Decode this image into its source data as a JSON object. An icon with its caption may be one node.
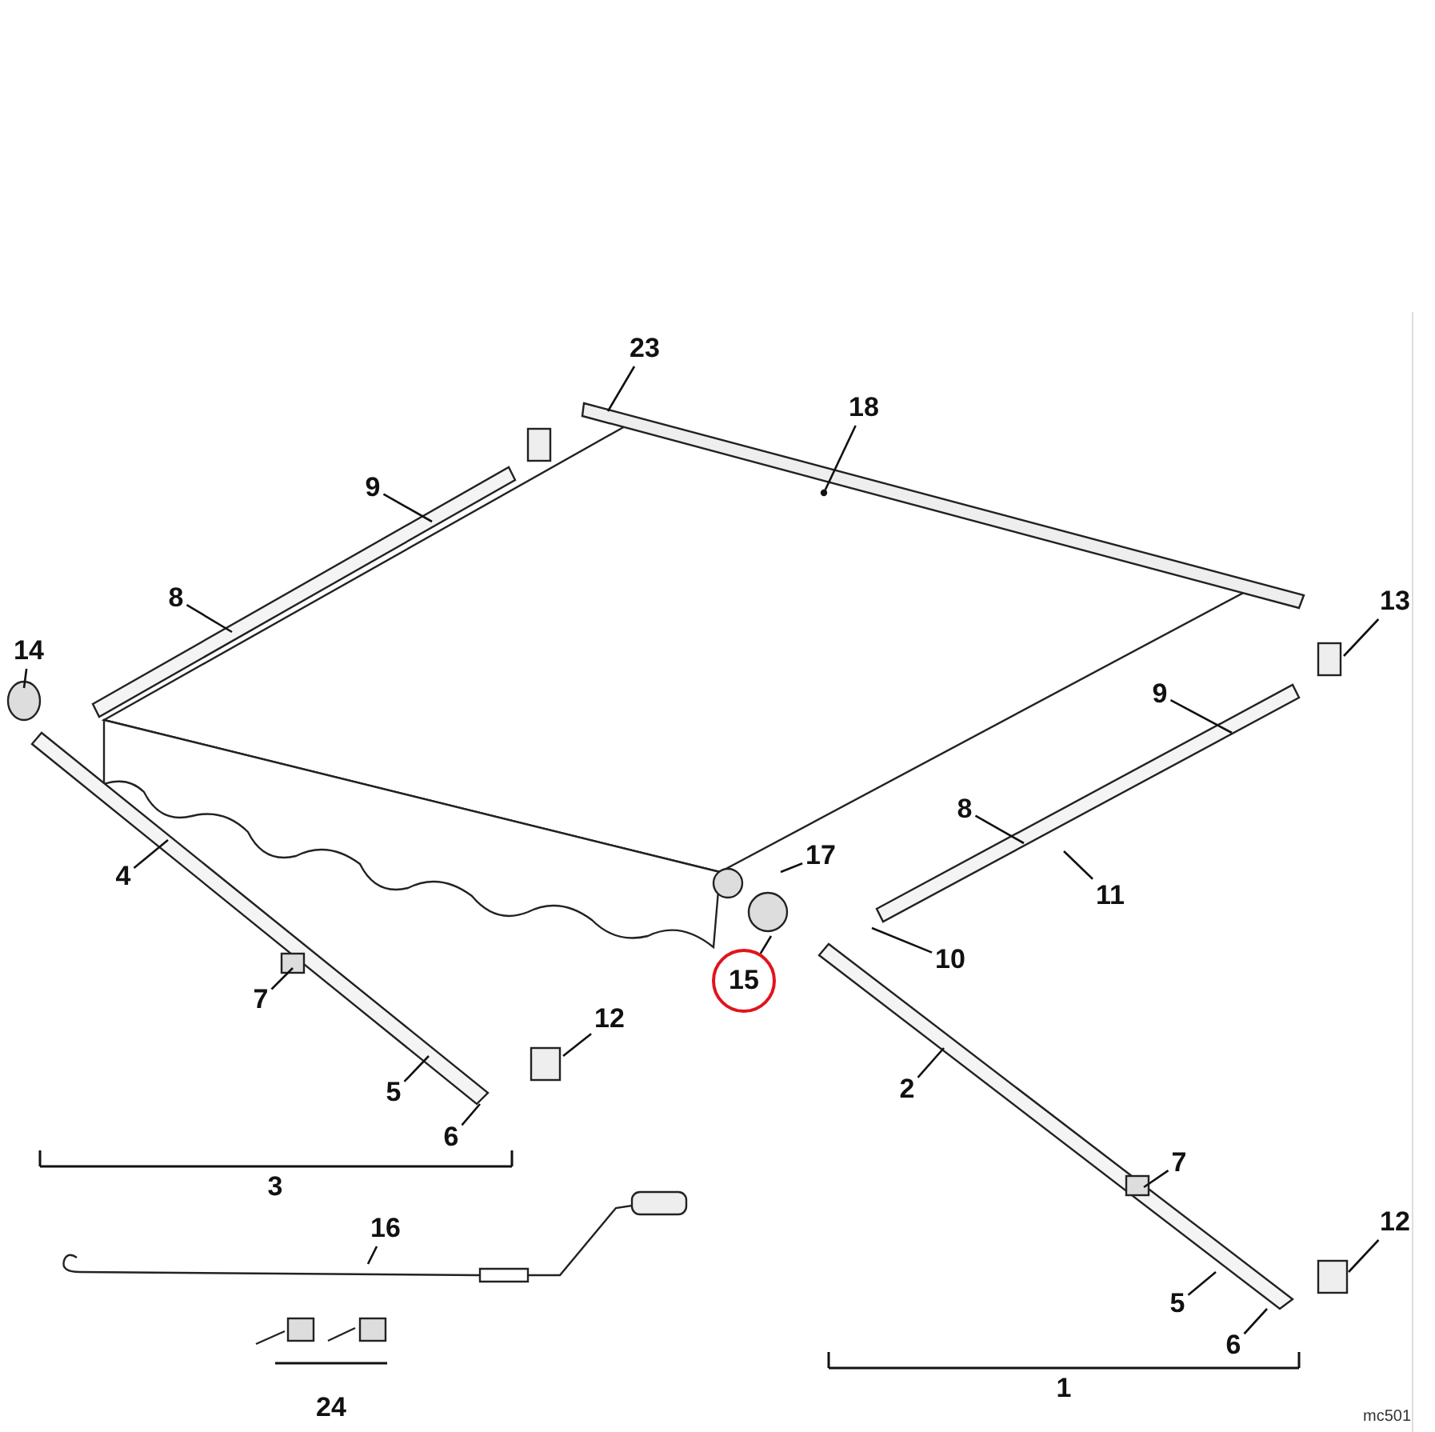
{
  "diagram": {
    "nodes": [
      {
        "text": [
          "23"
        ]
      },
      {
        "text": [
          "18"
        ]
      },
      {
        "text": [
          "9"
        ]
      },
      {
        "text": [
          "8"
        ]
      },
      {
        "text": [
          "14"
        ]
      },
      {
        "text": [
          "13"
        ]
      },
      {
        "text": [
          "9"
        ]
      },
      {
        "text": [
          "8"
        ]
      },
      {
        "text": [
          "11"
        ]
      },
      {
        "text": [
          "17"
        ]
      },
      {
        "text": [
          "10"
        ]
      },
      {
        "text": [
          "4"
        ]
      },
      {
        "text": [
          "7"
        ]
      },
      {
        "text": [
          "15"
        ]
      },
      {
        "text": [
          "12"
        ]
      },
      {
        "text": [
          "5"
        ]
      },
      {
        "text": [
          "6"
        ]
      },
      {
        "text": [
          "2"
        ]
      },
      {
        "text": [
          "7"
        ]
      },
      {
        "text": [
          "16"
        ]
      },
      {
        "text": [
          "12"
        ]
      },
      {
        "text": [
          "5"
        ]
      },
      {
        "text": [
          "6"
        ]
      }
    ],
    "edges": [
      {
        "from": 0,
        "to": null,
        "arrow": "none"
      },
      {
        "from": 1,
        "to": null,
        "arrow": "other"
      },
      {
        "from": 2,
        "to": null,
        "arrow": "none"
      },
      {
        "from": 3,
        "to": null,
        "arrow": "none"
      },
      {
        "from": 4,
        "to": null,
        "arrow": "none"
      },
      {
        "from": 5,
        "to": null,
        "arrow": "none"
      },
      {
        "from": 6,
        "to": null,
        "arrow": "none"
      },
      {
        "from": 7,
        "to": null,
        "arrow": "none"
      },
      {
        "from": 8,
        "to": null,
        "arrow": "none"
      },
      {
        "from": 9,
        "to": null,
        "arrow": "none"
      },
      {
        "from": 10,
        "to": null,
        "arrow": "none"
      },
      {
        "from": 11,
        "to": null,
        "arrow": "none"
      },
      {
        "from": 12,
        "to": null,
        "arrow": "none"
      },
      {
        "from": 13,
        "to": null,
        "arrow": "none"
      },
      {
        "from": 14,
        "to": null,
        "arrow": "none"
      },
      {
        "from": 15,
        "to": null,
        "arrow": "none"
      },
      {
        "from": 16,
        "to": null,
        "arrow": "none"
      },
      {
        "from": 17,
        "to": null,
        "arrow": "none"
      },
      {
        "from": 18,
        "to": null,
        "arrow": "none"
      },
      {
        "from": 19,
        "to": null,
        "arrow": "none"
      },
      {
        "from": 20,
        "to": null,
        "arrow": "none"
      },
      {
        "from": 21,
        "to": null,
        "arrow": "none"
      },
      {
        "from": 22,
        "to": null,
        "arrow": "none"
      }
    ],
    "labels": [
      "3",
      "1",
      "24",
      "mc501"
    ]
  }
}
